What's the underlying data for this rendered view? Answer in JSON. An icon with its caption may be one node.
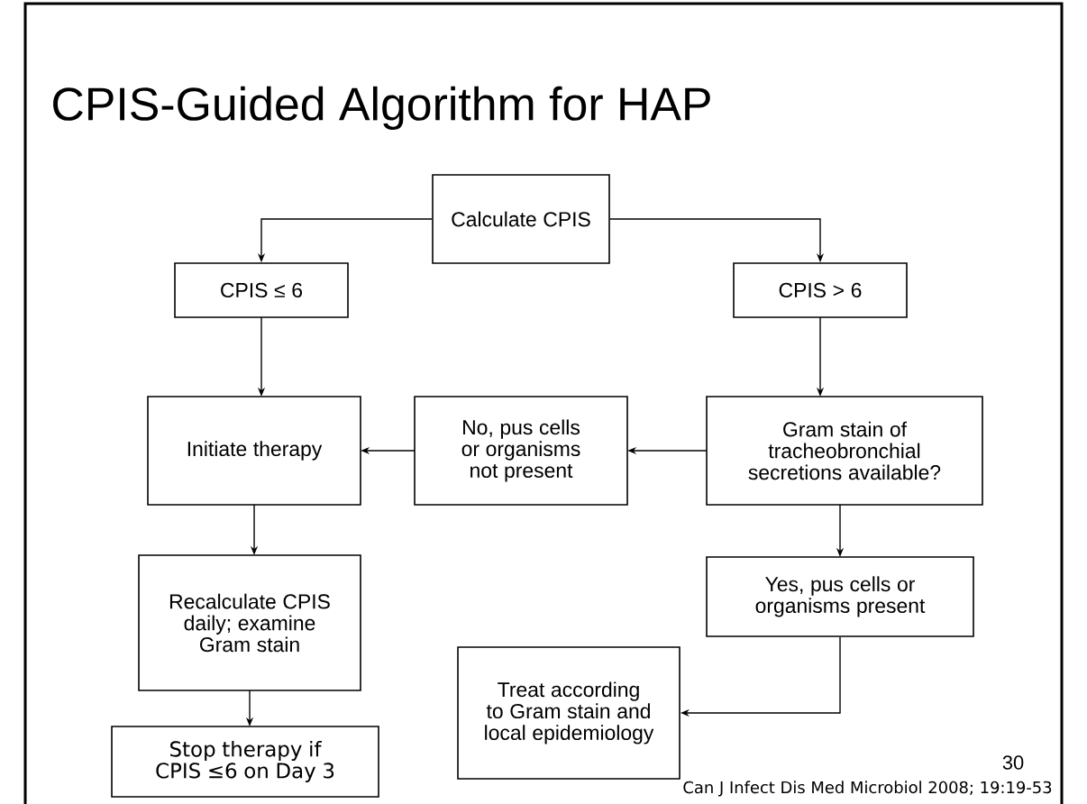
{
  "diagram": {
    "title": "CPIS-Guided Algorithm for HAP",
    "nodes": [
      {
        "text": [
          "Calculate CPIS"
        ]
      },
      {
        "text": [
          "CPIS ≤ 6"
        ]
      },
      {
        "text": [
          "CPIS > 6"
        ]
      },
      {
        "text": [
          "Initiate therapy"
        ]
      },
      {
        "text": [
          "No, pus cells or organisms not present"
        ]
      },
      {
        "text": [
          "Gram stain of tracheobronchial secretions available?"
        ]
      },
      {
        "text": [
          "Recalculate CPIS daily; examine Gram stain"
        ]
      },
      {
        "text": [
          "Stop therapy if CPIS ≤6 on Day 3"
        ]
      },
      {
        "text": [
          "Yes, pus cells or organisms present"
        ]
      },
      {
        "text": [
          "Treat according to Gram stain and local epidemiology"
        ]
      }
    ],
    "edges": [
      {
        "from": 0,
        "to": 1,
        "arrow": "to"
      },
      {
        "from": 0,
        "to": 2,
        "arrow": "to"
      },
      {
        "from": 1,
        "to": 3,
        "arrow": "to"
      },
      {
        "from": 2,
        "to": 5,
        "arrow": "to"
      },
      {
        "from": 5,
        "to": 4,
        "arrow": "to"
      },
      {
        "from": 4,
        "to": 3,
        "arrow": "to"
      },
      {
        "from": 3,
        "to": 6,
        "arrow": "to"
      },
      {
        "from": 6,
        "to": 7,
        "arrow": "to"
      },
      {
        "from": 5,
        "to": 8,
        "arrow": "to"
      },
      {
        "from": 8,
        "to": 9,
        "arrow": "to"
      }
    ],
    "labels": [
      "30",
      "Can J Infect Dis Med Microbiol 2008; 19:19-53"
    ]
  }
}
